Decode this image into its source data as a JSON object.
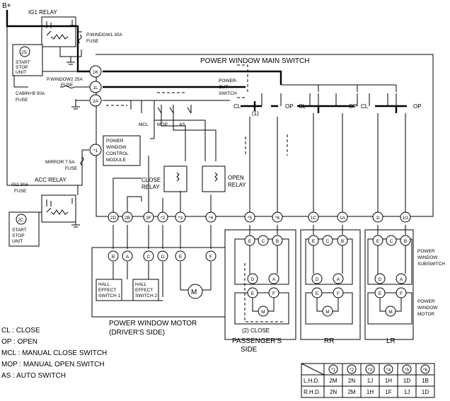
{
  "supply": {
    "bplus": "B+"
  },
  "relays": {
    "ig1": "IG1 RELAY",
    "acc": "ACC RELAY",
    "close": [
      "CLOSE",
      "RELAY"
    ],
    "open": [
      "OPEN",
      "RELAY"
    ]
  },
  "units": {
    "top": {
      "pin": "2S",
      "lines": [
        "START",
        "STOP",
        "UNIT"
      ]
    },
    "bottom": {
      "pin": "2C",
      "lines": [
        "START",
        "STOP",
        "UNIT"
      ]
    }
  },
  "fuses": {
    "pwindow1": [
      "P.WINDOW1 30A",
      "FUSE"
    ],
    "pwindow2": [
      "P.WINDOW2 25A",
      "FUSE"
    ],
    "cabin": [
      "CABIN+B 50A",
      "FUSE"
    ],
    "mirror": [
      "MIRROR 7.5A",
      "FUSE"
    ],
    "ig2": [
      "IG2 30A",
      "FUSE"
    ]
  },
  "main_switch": {
    "title": "POWER WINDOW MAIN SWITCH",
    "powercut": [
      "POWER-",
      "CUT",
      "SWITCH"
    ],
    "module": [
      "POWER",
      "WINDOW",
      "CONTROL",
      "MODULE"
    ],
    "sw_labels": [
      "MCL",
      "MOP",
      "AS"
    ],
    "cl": "CL",
    "op": "OP",
    "marker1": "(1)"
  },
  "pins": {
    "left": [
      "1K",
      "1L",
      "2A",
      "*1"
    ],
    "bottom": [
      "2D",
      "2B",
      "2F",
      "*2",
      "*3",
      "*4",
      "*5",
      "*6",
      "1C",
      "1A",
      "1I",
      "1G"
    ]
  },
  "motor_driver": {
    "terminals": [
      "B",
      "A",
      "C",
      "D",
      "E",
      "F"
    ],
    "hall1": [
      "HALL",
      "EFFECT",
      "SWITCH 1"
    ],
    "hall2": [
      "HALL",
      "EFFECT",
      "SWITCH 2"
    ],
    "motor": "M",
    "caption": [
      "POWER WINDOW MOTOR",
      "(DRIVER'S SIDE)"
    ]
  },
  "doors": {
    "top_terminals": [
      "E",
      "C",
      "B"
    ],
    "mid_terminals": [
      "D",
      "A"
    ],
    "motor_terminals": [
      "E",
      "F"
    ],
    "motor": "M",
    "close_marker": "(2) CLOSE",
    "names": [
      [
        "PASSENGER'S",
        "SIDE"
      ],
      [
        "RR"
      ],
      [
        "LR"
      ]
    ],
    "subswitch": [
      "POWER",
      "WINDOW",
      "SUBSWITCH"
    ],
    "motor_label": [
      "POWER",
      "WINDOW",
      "MOTOR"
    ]
  },
  "legend": [
    "CL : CLOSE",
    "OP : OPEN",
    "MCL : MANUAL CLOSE SWITCH",
    "MOP : MANUAL OPEN SWITCH",
    "AS : AUTO SWITCH"
  ],
  "table": {
    "header": [
      "*1",
      "*2",
      "*3",
      "*4",
      "*5",
      "*6"
    ],
    "rows": [
      {
        "label": "L.H.D.",
        "cells": [
          "2M",
          "2N",
          "1J",
          "1H",
          "1D",
          "1B"
        ]
      },
      {
        "label": "R.H.D.",
        "cells": [
          "2N",
          "2M",
          "1H",
          "1F",
          "1J",
          "1D"
        ]
      }
    ]
  }
}
